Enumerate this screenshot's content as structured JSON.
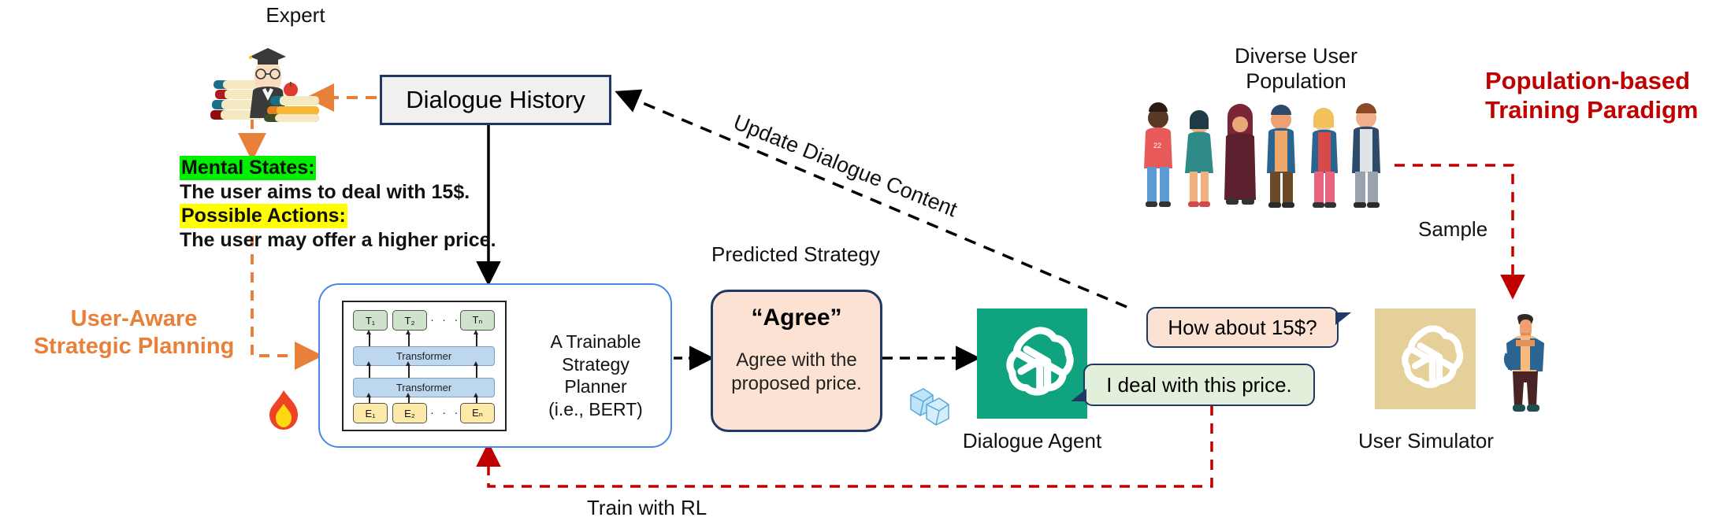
{
  "expert": {
    "label": "Expert",
    "icon": "graduate-books-icon",
    "mental_states_header": "Mental States:",
    "mental_states_text": "The user aims to deal with 15$.",
    "possible_actions_header": "Possible Actions:",
    "possible_actions_text": "The user may offer a higher price."
  },
  "dialogue_history": {
    "label": "Dialogue History"
  },
  "left_title": {
    "line1": "User-Aware",
    "line2": "Strategic Planning",
    "color": "#e8803a"
  },
  "planner": {
    "caption_line1": "A Trainable",
    "caption_line2": "Strategy Planner",
    "caption_line3": "(i.e., BERT)",
    "flame_icon": "flame-icon",
    "outputs": [
      "T₁",
      "T₂",
      "Tₙ"
    ],
    "inputs": [
      "E₁",
      "E₂",
      "Eₙ"
    ],
    "layers": [
      "Transformer",
      "Transformer"
    ],
    "ellipsis": "· · · ·"
  },
  "strategy": {
    "section_label": "Predicted Strategy",
    "name": "“Agree”",
    "description": "Agree with the proposed price."
  },
  "dialogue_agent": {
    "label": "Dialogue Agent",
    "logo": "openai-logo-icon",
    "ice_icon": "ice-cubes-icon",
    "color": "#10a37f"
  },
  "user_simulator": {
    "label": "User Simulator",
    "logo": "openai-logo-icon",
    "color": "#e6d09a",
    "person_icon": "standing-person-icon"
  },
  "bubbles": {
    "user_offer": "How about 15$?",
    "agent_reply": "I deal with this price."
  },
  "population": {
    "label_line1": "Diverse User",
    "label_line2": "Population",
    "figures_icon": "people-group-icon"
  },
  "right_title": {
    "line1": "Population-based",
    "line2": "Training Paradigm",
    "color": "#c00000"
  },
  "edges": {
    "update_dialogue": "Update Dialogue Content",
    "sample": "Sample",
    "train_rl": "Train with RL"
  }
}
